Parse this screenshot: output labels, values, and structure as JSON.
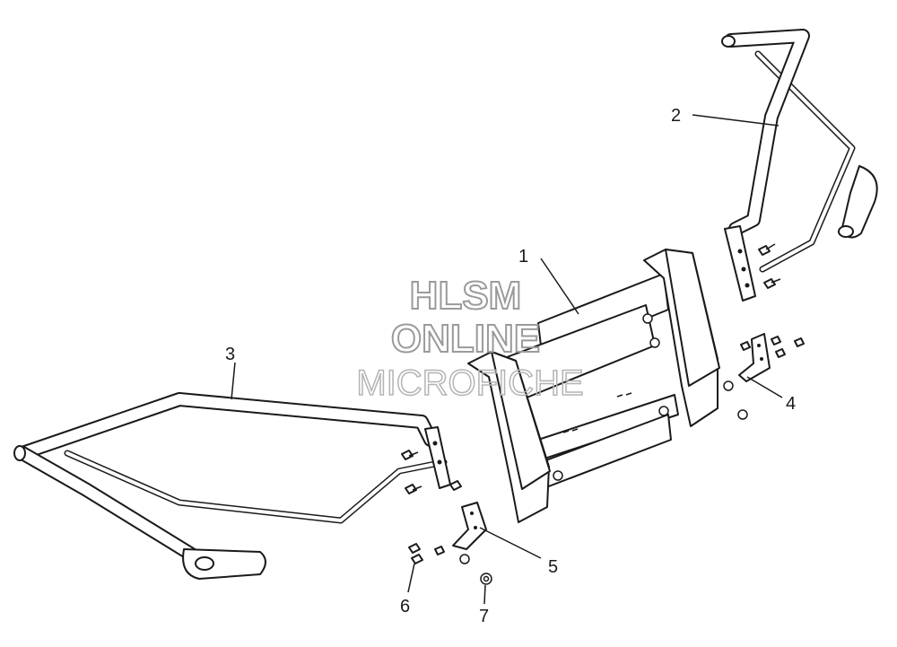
{
  "diagram": {
    "type": "exploded-parts-view",
    "callouts": [
      {
        "id": "c1",
        "label": "1"
      },
      {
        "id": "c2",
        "label": "2"
      },
      {
        "id": "c3",
        "label": "3"
      },
      {
        "id": "c4",
        "label": "4"
      },
      {
        "id": "c5",
        "label": "5"
      },
      {
        "id": "c6",
        "label": "6"
      },
      {
        "id": "c7",
        "label": "7"
      }
    ]
  },
  "watermark": {
    "line1": "HLSM",
    "line2": "ONLINE",
    "line3": "MICROFICHE"
  }
}
